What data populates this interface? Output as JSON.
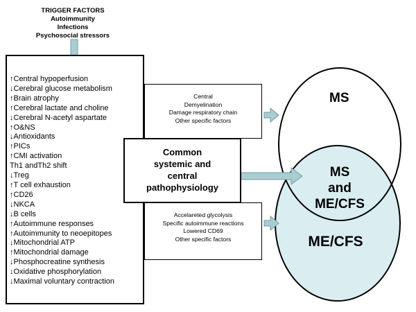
{
  "trigger": {
    "title": "TRIGGER FACTORS",
    "items": [
      "Autoimmunity",
      "Infections",
      "Psychosocial stressors"
    ]
  },
  "factors": [
    "↑Central hypoperfusion",
    "↓Cerebral glucose metabolism",
    "↑Brain atrophy",
    "↑Cerebral lactate and choline",
    "↓Cerebral N-acetyl aspartate",
    "↑O&NS",
    "↓Antioxidants",
    "↑PICs",
    "↑CMI activation",
    "Th1 andTh2 shift",
    "↓Treg",
    "↑T cell exhaustion",
    "↑CD26",
    "↓NKCA",
    "↓B cells",
    "↑Autoimmune responses",
    "↑Autoimmunity to neoepitopes",
    "↓Mitochondrial ATP",
    "↑Mitochondrial damage",
    "↓Phosphocreatine synthesis",
    "↓Oxidative phosphorylation",
    "↓Maximal voluntary contraction"
  ],
  "ms_box": [
    "Central",
    "Demyelination",
    "Damage respiratory chain",
    "Other specific factors"
  ],
  "common_box": [
    "Common",
    "systemic and",
    "central",
    "pathophysiology"
  ],
  "mecfs_box": [
    "Accelareted glycolysis",
    "Specific autoimmune reactions",
    "Lowered CD69",
    "Other specific factors"
  ],
  "circles": {
    "ms": "MS",
    "overlap": [
      "MS",
      "and",
      "ME/CFS"
    ],
    "mecfs": "ME/CFS"
  },
  "colors": {
    "arrow_fill": "#aacdd3",
    "arrow_stroke": "#6f9aa3",
    "mecfs_circle_fill": "#daeef1",
    "border": "#000000"
  }
}
